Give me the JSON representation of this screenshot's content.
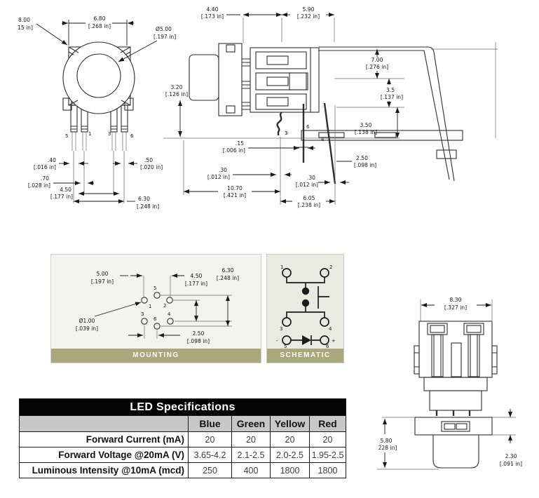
{
  "front": {
    "d_clip": {
      "mm": "8.00",
      "in": "15 in]"
    },
    "d680": {
      "mm": "6.80",
      "in": "[.268 in]"
    },
    "d500dia": {
      "mm": "Ø5.00",
      "in": "[.197 in]"
    },
    "d040": {
      "mm": ".40",
      "in": "[.016 in]"
    },
    "d070": {
      "mm": ".70",
      "in": "[.028 in]"
    },
    "d450": {
      "mm": "4.50",
      "in": "[.177 in]"
    },
    "d050": {
      "mm": ".50",
      "in": "[.020 in]"
    },
    "d630": {
      "mm": "6.30",
      "in": "[.248 in]"
    },
    "pins": {
      "p5": "5",
      "p1": "1",
      "p3": "3",
      "p6": "6"
    }
  },
  "side": {
    "d440": {
      "mm": "4.40",
      "in": "[.173 in]"
    },
    "d590": {
      "mm": "5.90",
      "in": "[.232 in]"
    },
    "d700": {
      "mm": "7.00",
      "in": "[.276 in]"
    },
    "d35": {
      "mm": "3.5",
      "in": "[.137 in]"
    },
    "d350": {
      "mm": "3.50",
      "in": "[.138 in]"
    },
    "d320": {
      "mm": "3.20",
      "in": "[.126 in]"
    },
    "d015": {
      "mm": ".15",
      "in": "[.006 in]"
    },
    "d030a": {
      "mm": ".30",
      "in": "[.012 in]"
    },
    "d1070": {
      "mm": "10.70",
      "in": "[.421 in]"
    },
    "d250": {
      "mm": "2.50",
      "in": "[.098 in]"
    },
    "d030b": {
      "mm": ".30",
      "in": "[.012 in]"
    },
    "d605": {
      "mm": "6.05",
      "in": "[.238 in]"
    },
    "pins": {
      "p3": "3",
      "p6": "6",
      "p4": "4"
    }
  },
  "mounting": {
    "title": "MOUNTING",
    "d500": {
      "mm": "5.00",
      "in": "[.197 in]"
    },
    "d450": {
      "mm": "4.50",
      "in": "[.177 in]"
    },
    "d630": {
      "mm": "6.30",
      "in": "[.248 in]"
    },
    "d100dia": {
      "mm": "Ø1.00",
      "in": "[.039 in]"
    },
    "d250": {
      "mm": "2.50",
      "in": "[.098 in]"
    },
    "holes": {
      "h5": "5",
      "h1": "1",
      "h2": "2",
      "h3": "3",
      "h6": "6",
      "h4": "4"
    }
  },
  "schematic": {
    "title": "SCHEMATIC",
    "t1": "1",
    "t2": "2",
    "t3": "3",
    "t4": "4",
    "t5": "5",
    "t6": "6",
    "minus": "-",
    "plus": "+"
  },
  "top": {
    "d830": {
      "mm": "8.30",
      "in": "[.327 in]"
    },
    "d580": {
      "mm": "5.80",
      "in": "228 in]"
    },
    "d230": {
      "mm": "2.30",
      "in": "[.091 in]"
    }
  },
  "table": {
    "title": "LED Specifications",
    "columns": [
      "Blue",
      "Green",
      "Yellow",
      "Red"
    ],
    "rows": [
      {
        "label": "Forward Current (mA)",
        "values": [
          "20",
          "20",
          "20",
          "20"
        ]
      },
      {
        "label": "Forward Voltage @20mA (V)",
        "values": [
          "3.65-4.2",
          "2.1-2.5",
          "2.0-2.5",
          "1.95-2.5"
        ]
      },
      {
        "label": "Luminous Intensity @10mA (mcd)",
        "values": [
          "250",
          "400",
          "1800",
          "1800"
        ]
      }
    ]
  },
  "colors": {
    "panel_footer": "#a8a87c",
    "table_title_bg": "#050505",
    "table_header_bg": "#c7c7c7",
    "line": "#2e2e2e"
  }
}
